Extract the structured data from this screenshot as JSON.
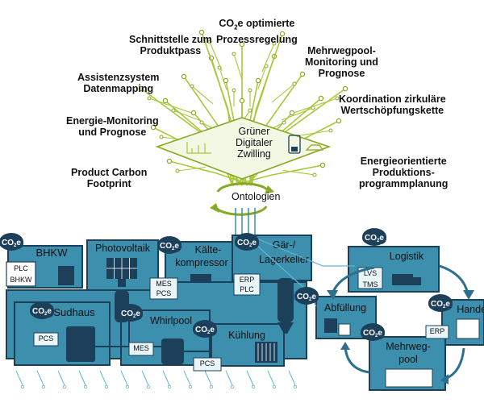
{
  "top_labels": {
    "co2_line1": "CO",
    "co2_sub": "2",
    "co2_line1_rest": "e optimierte",
    "co2_line2": "Prozessregelung",
    "schnittstelle": [
      "Schnittstelle zum",
      "Produktpass"
    ],
    "mehrweg_monitoring": [
      "Mehrwegpool-",
      "Monitoring und",
      "Prognose"
    ],
    "assistenz": [
      "Assistenzsystem",
      "Datenmapping"
    ],
    "koordination": [
      "Koordination zirkuläre",
      "Wertschöpfungskette"
    ],
    "energie_monitoring": [
      "Energie-Monitoring",
      "und Prognose"
    ],
    "energieorientierte": [
      "Energieorientierte",
      "Produktions-",
      "programmplanung"
    ],
    "pcf": [
      "Product Carbon",
      "Footprint"
    ]
  },
  "twin": [
    "Grüner",
    "Digitaler",
    "Zwilling"
  ],
  "ontologien": "Ontologien",
  "co2_badge": {
    "main": "CO",
    "sub": "2",
    "rest": "e"
  },
  "units": {
    "bhkw": "BHKW",
    "photovoltaik": "Photovoltaik",
    "kaelte": [
      "Kälte-",
      "kompressor"
    ],
    "gaer": [
      "Gär-/",
      "Lagerkeller"
    ],
    "sudhaus": "Sudhaus",
    "whirlpool": "Whirlpool",
    "kuehlung": "Kühlung",
    "abfuellung": "Abfüllung",
    "logistik": "Logistik",
    "handel": "Handel",
    "mehrwegpool": [
      "Mehrweg-",
      "pool"
    ]
  },
  "systems": {
    "plc": "PLC",
    "bhkw_small": "BHKW",
    "mes": "MES",
    "pcs": "PCS",
    "erp": "ERP",
    "lvs": "LVS",
    "tms": "TMS"
  },
  "colors": {
    "tree": "#a6c83a",
    "tree_dark": "#87a923",
    "navy": "#1c3f5a",
    "teal": "#3c8fad",
    "light_teal": "#5fb6d3",
    "pale": "#eaf5fa",
    "arrow": "#2c6f8e"
  }
}
